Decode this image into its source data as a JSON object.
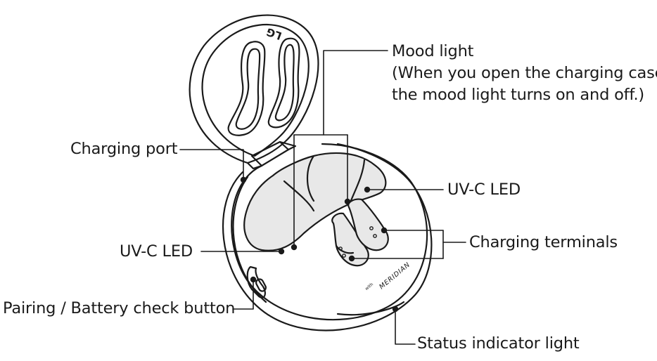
{
  "labels": {
    "mood_light": "Mood light",
    "mood_light_note_1": "(When you open the charging case,",
    "mood_light_note_2": "the mood light turns on and off.)",
    "charging_port": "Charging port",
    "uvc_led_right": "UV-C LED",
    "uvc_led_left": "UV-C LED",
    "charging_terminals": "Charging terminals",
    "pairing_button": "Pairing / Battery check button",
    "status_light": "Status indicator light"
  },
  "device": {
    "lid_logo": "LG",
    "case_brand_small": "with",
    "case_brand": "MERIDIAN"
  },
  "colors": {
    "line": "#1a1a1a",
    "fill": "#e8e8e8",
    "background": "#ffffff"
  }
}
